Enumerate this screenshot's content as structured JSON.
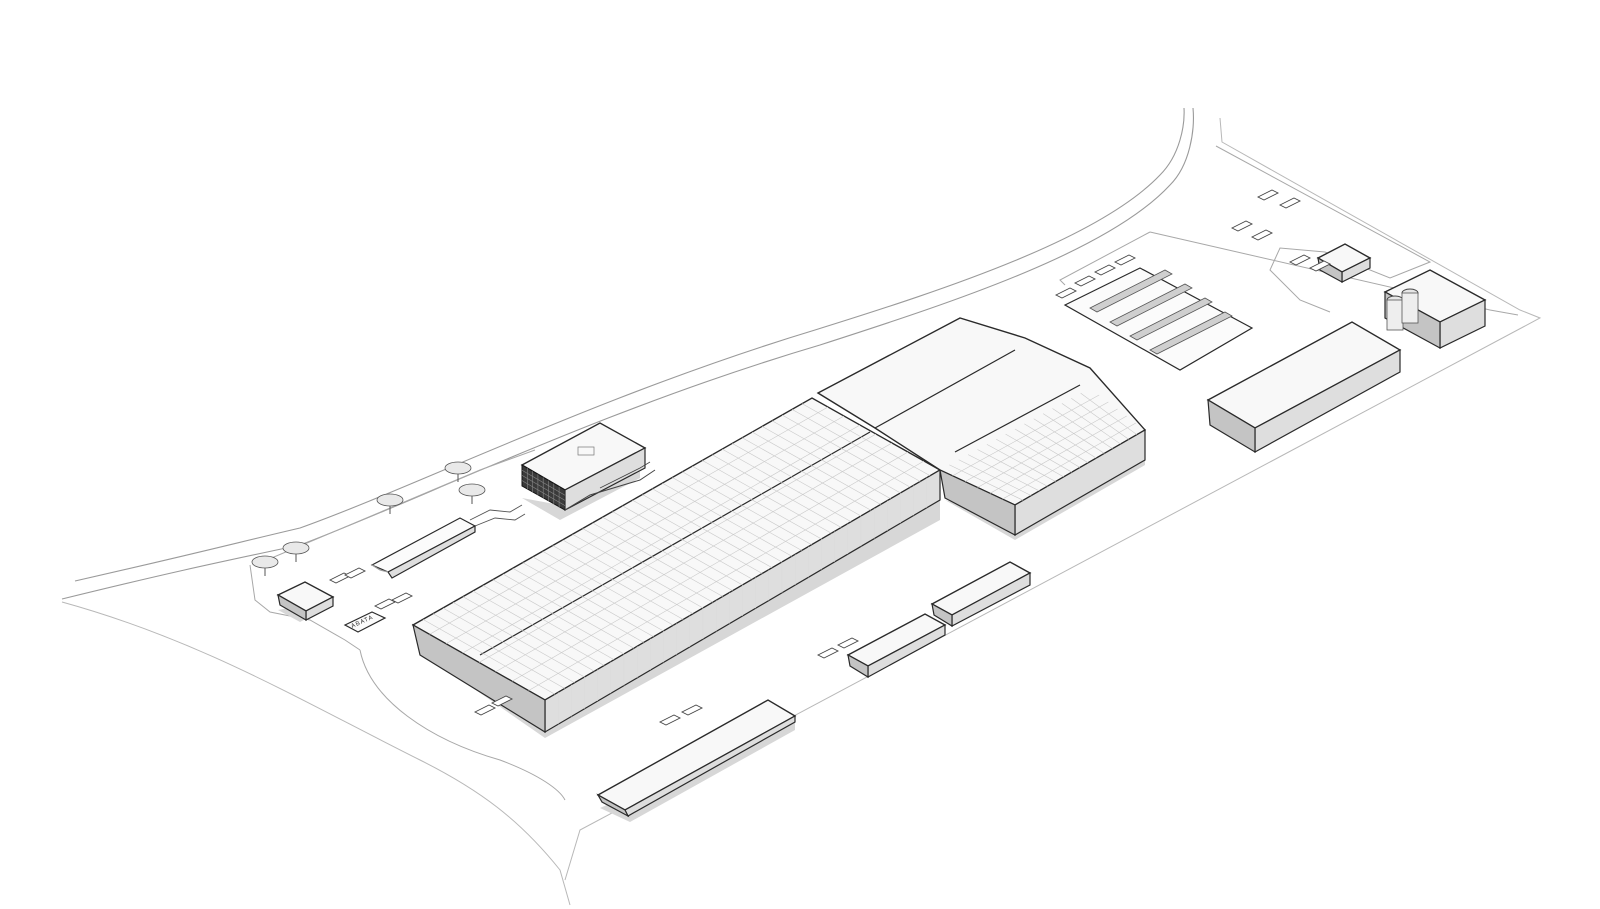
{
  "drawing": {
    "type": "isometric site plan",
    "line_color": "#2a2a2a",
    "roof_color": "#f8f8f8",
    "wall_color": "#dedede",
    "dark_block_color": "#3a3a3a",
    "background": "#ffffff"
  },
  "signage": {
    "entrance_sign": "ABATA"
  },
  "elements": [
    "perimeter-road",
    "main-production-hall",
    "secondary-hall",
    "office-block",
    "entrance-pavilion",
    "ramp-structure",
    "open-shed",
    "storage-blocks",
    "treatment-ponds",
    "warehouse-east",
    "gatehouse",
    "silo-tanks",
    "parked-trucks",
    "trees"
  ]
}
